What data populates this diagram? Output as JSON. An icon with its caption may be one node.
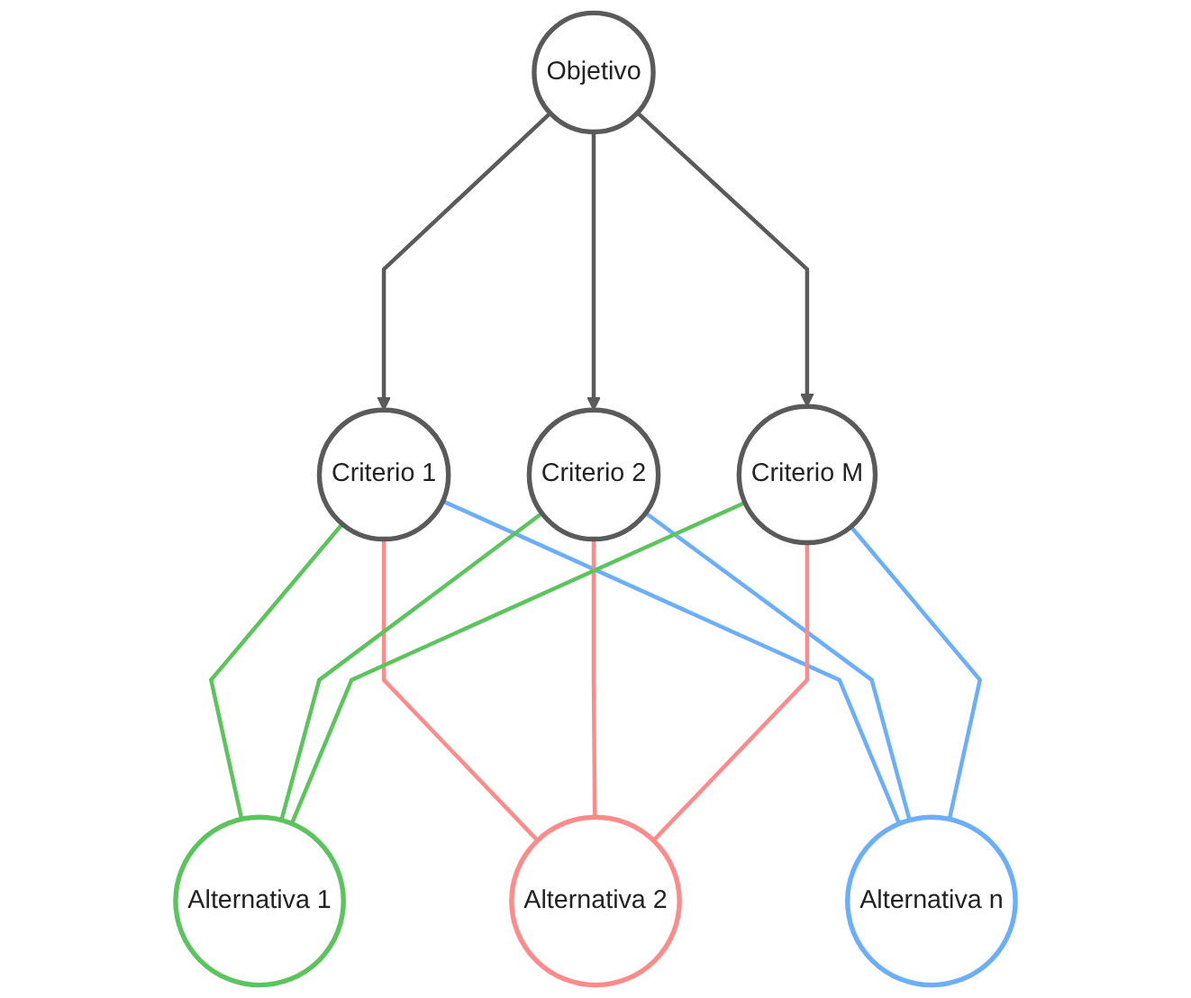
{
  "diagram": {
    "nodes": [
      {
        "text": [
          "Objetivo"
        ]
      },
      {
        "text": [
          "Criterio 1"
        ]
      },
      {
        "text": [
          "Criterio 2"
        ]
      },
      {
        "text": [
          "Criterio M"
        ]
      },
      {
        "text": [
          "Alternativa 1"
        ]
      },
      {
        "text": [
          "Alternativa 2"
        ]
      },
      {
        "text": [
          "Alternativa n"
        ]
      }
    ],
    "edges": [
      {
        "from": 0,
        "to": 1,
        "arrow": "to",
        "color": "#5a5a5a"
      },
      {
        "from": 0,
        "to": 2,
        "arrow": "to",
        "color": "#5a5a5a"
      },
      {
        "from": 0,
        "to": 3,
        "arrow": "to",
        "color": "#5a5a5a"
      },
      {
        "from": 1,
        "to": 4,
        "arrow": "none",
        "color": "#5cc45c"
      },
      {
        "from": 1,
        "to": 5,
        "arrow": "none",
        "color": "#ff8a8a"
      },
      {
        "from": 1,
        "to": 6,
        "arrow": "none",
        "color": "#6aaefc"
      },
      {
        "from": 2,
        "to": 4,
        "arrow": "none",
        "color": "#5cc45c"
      },
      {
        "from": 2,
        "to": 5,
        "arrow": "none",
        "color": "#ff8a8a"
      },
      {
        "from": 2,
        "to": 6,
        "arrow": "none",
        "color": "#6aaefc"
      },
      {
        "from": 3,
        "to": 4,
        "arrow": "none",
        "color": "#5cc45c"
      },
      {
        "from": 3,
        "to": 5,
        "arrow": "none",
        "color": "#ff8a8a"
      },
      {
        "from": 3,
        "to": 6,
        "arrow": "none",
        "color": "#6aaefc"
      }
    ]
  }
}
